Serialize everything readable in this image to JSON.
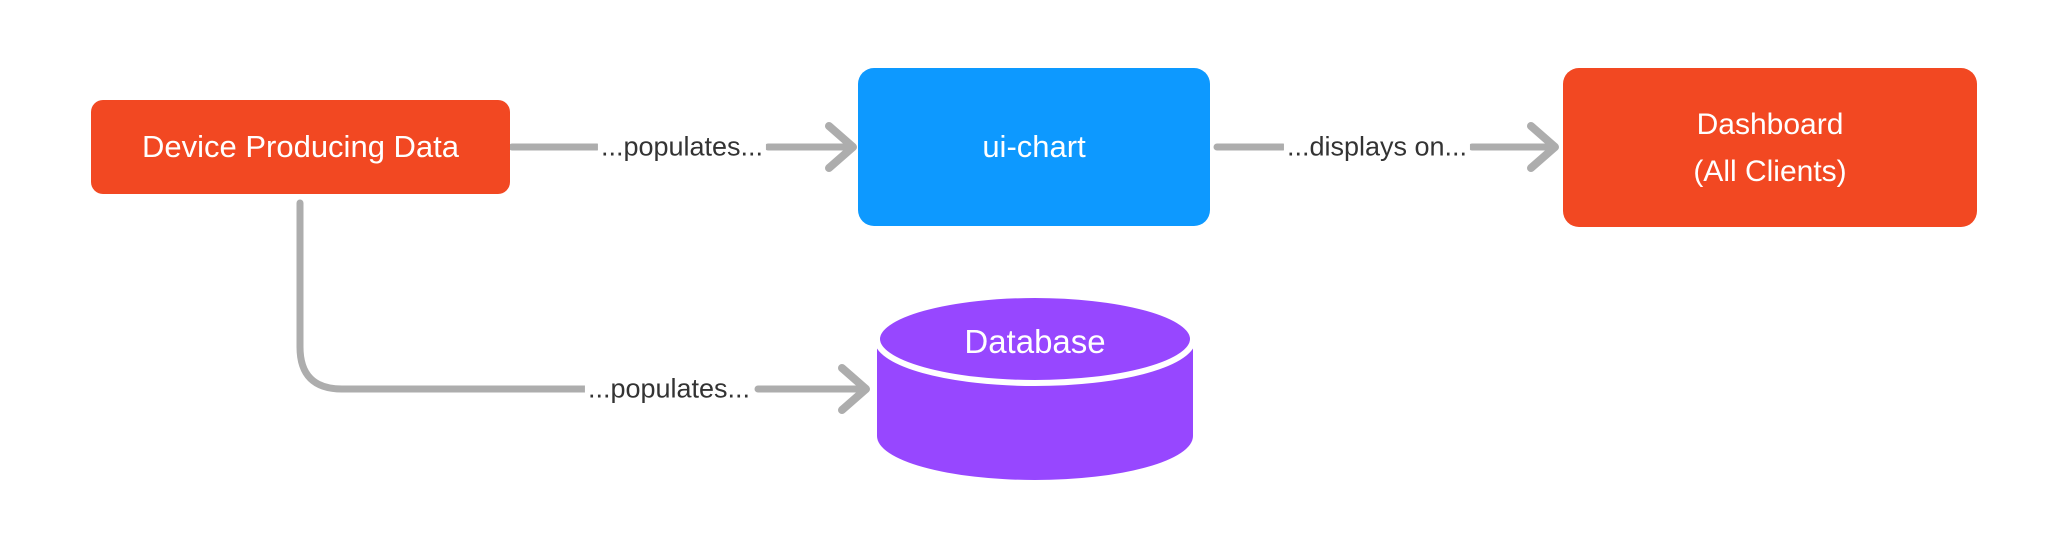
{
  "diagram": {
    "background": "#FFFFFF",
    "connector_color": "#ADADAD",
    "label_text_color": "#333333",
    "node_text_color": "#FFFFFF",
    "nodes": {
      "device": {
        "label": "Device Producing Data",
        "color": "#F24822"
      },
      "ui_chart": {
        "label": "ui-chart",
        "color": "#0D99FF"
      },
      "dashboard": {
        "lines": [
          "Dashboard",
          "(All Clients)"
        ],
        "color": "#F24822"
      },
      "database": {
        "label": "Database",
        "color": "#9747FF"
      }
    },
    "edges": [
      {
        "from": "device",
        "to": "ui_chart",
        "label": "...populates..."
      },
      {
        "from": "ui_chart",
        "to": "dashboard",
        "label": "...displays on..."
      },
      {
        "from": "device",
        "to": "database",
        "label": "...populates..."
      }
    ]
  }
}
